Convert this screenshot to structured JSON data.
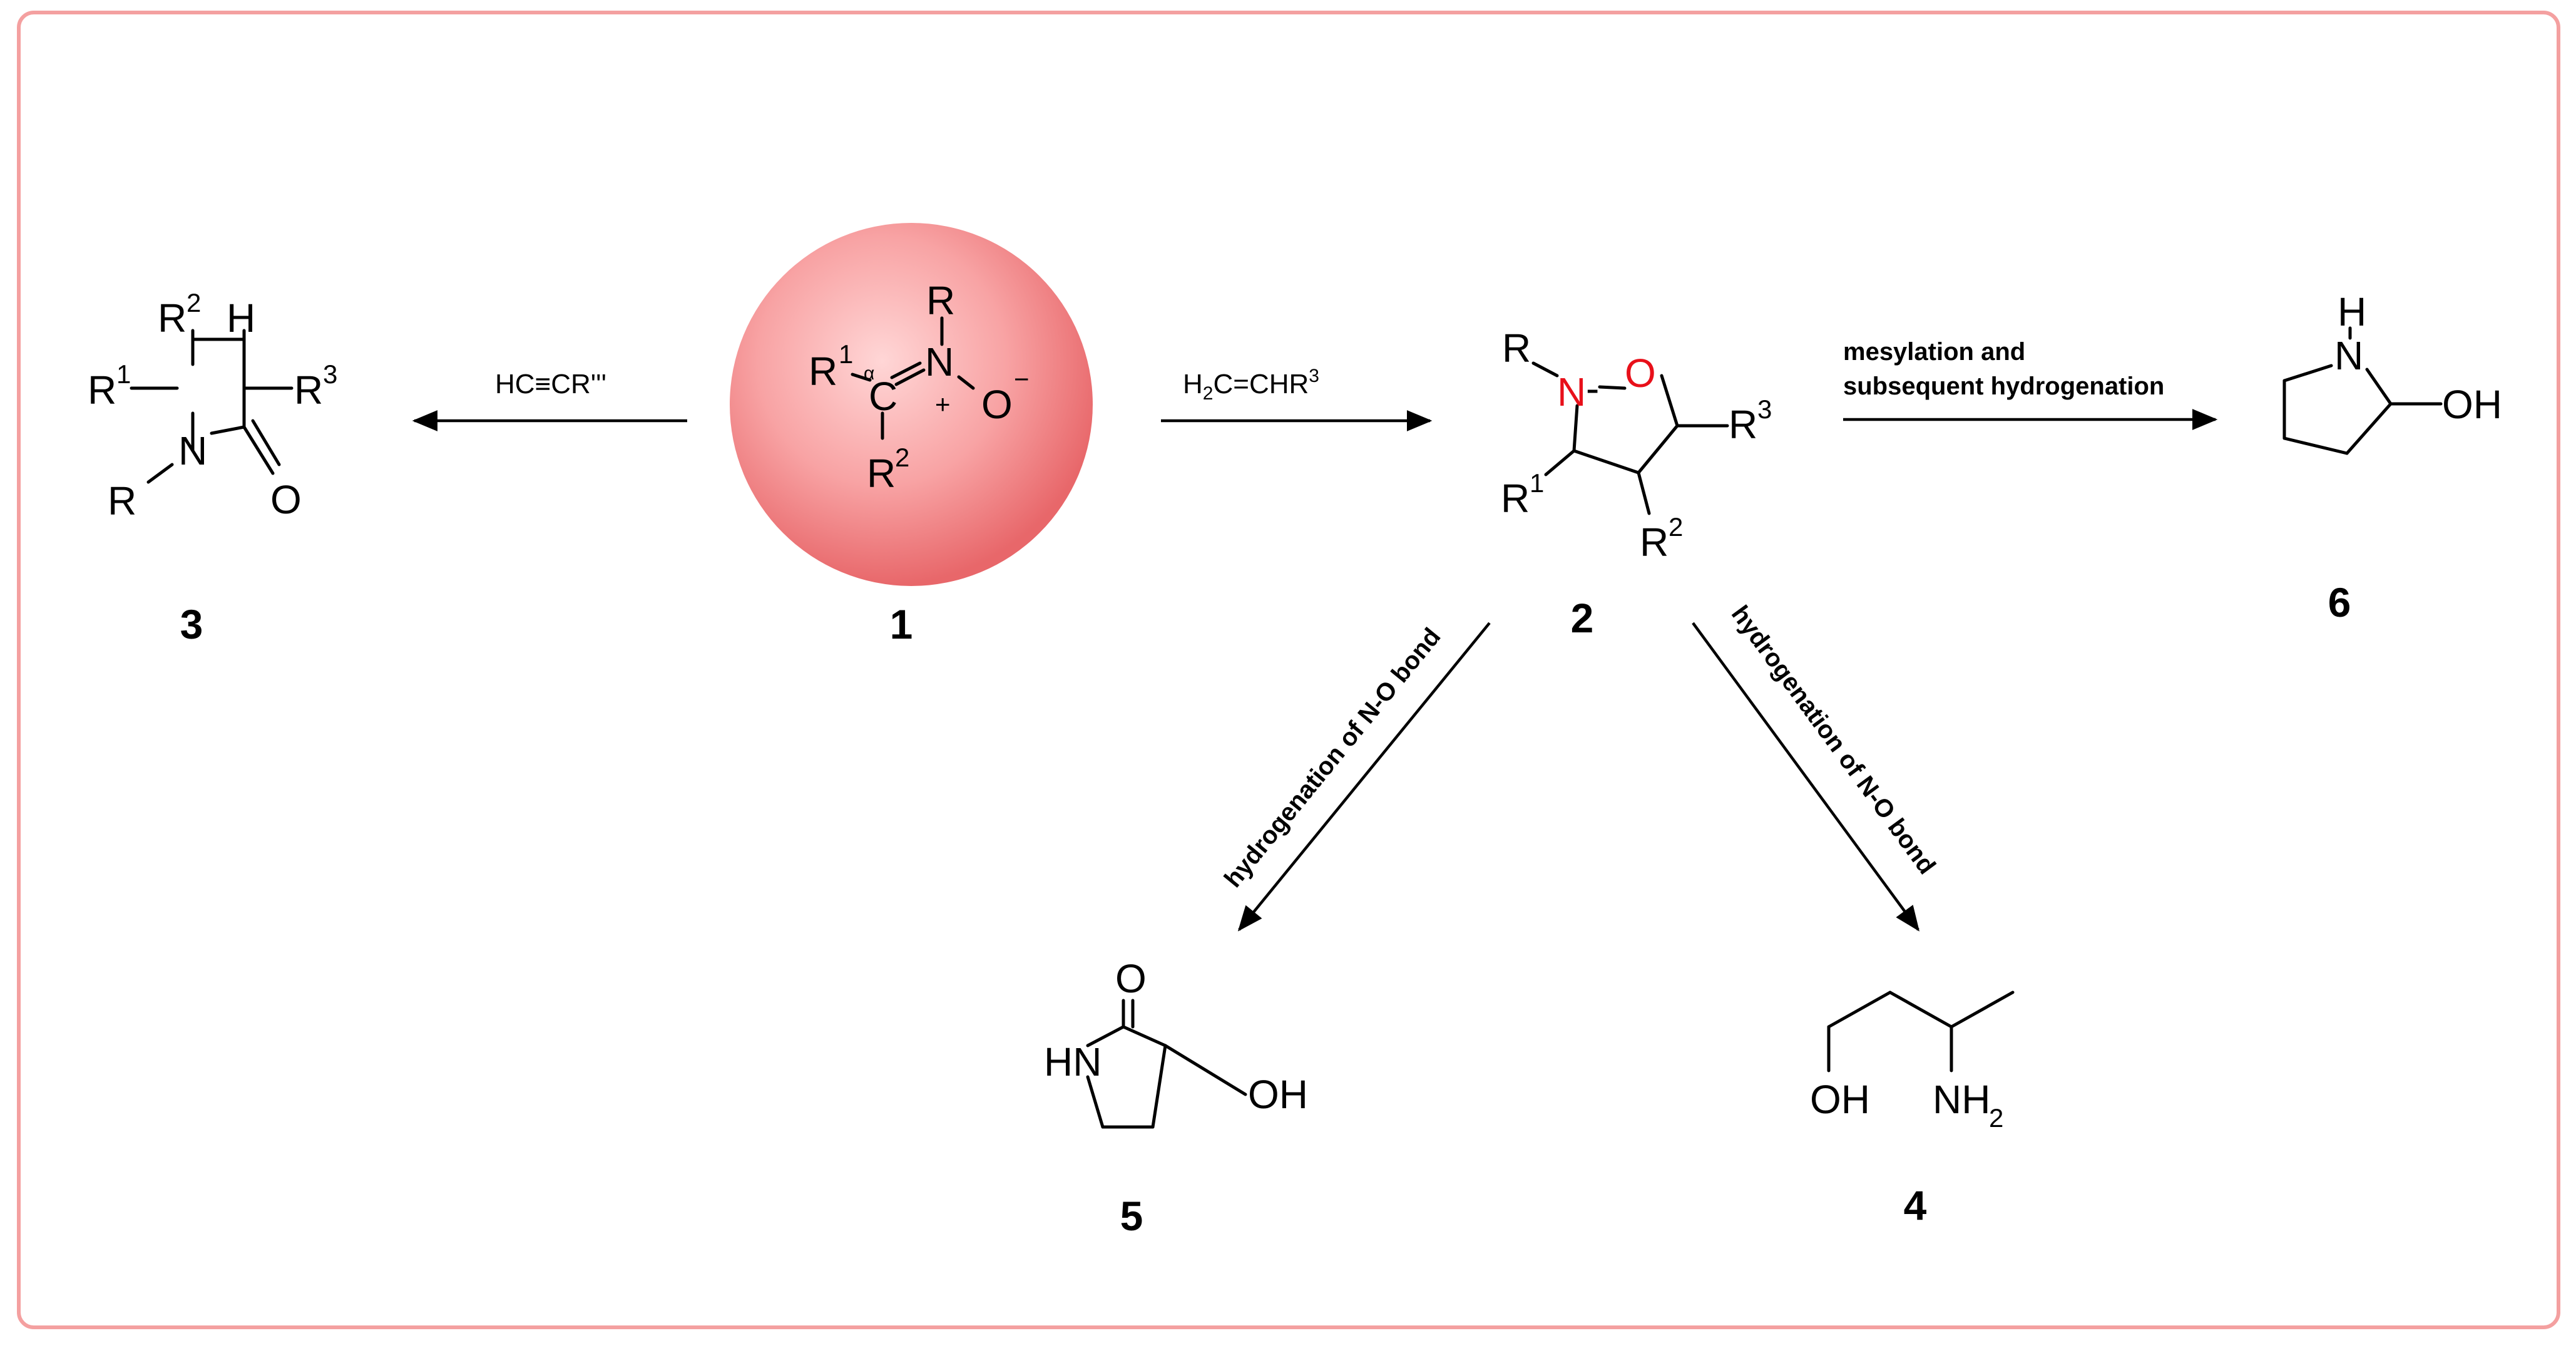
{
  "colors": {
    "frame": "#f4a0a0",
    "sphere_center": "#ffd6d6",
    "sphere_edge": "#e8676a",
    "ring_heteroatoms": "#e8101a"
  },
  "compounds": {
    "c1": {
      "number": "1",
      "R_top": "R",
      "R1": "R",
      "R1_sup": "1",
      "alpha": "α",
      "C": "C",
      "eq": "=",
      "N": "N",
      "plus": "+",
      "O": "O",
      "minus": "−",
      "R2": "R",
      "R2_sup": "2"
    },
    "c2": {
      "number": "2",
      "R": "R",
      "N": "N",
      "dash": "-",
      "O": "O",
      "R1": "R",
      "R1_sup": "1",
      "R2": "R",
      "R2_sup": "2",
      "R3": "R",
      "R3_sup": "3"
    },
    "c3": {
      "number": "3",
      "R2": "R",
      "R2_sup": "2",
      "H": "H",
      "R1": "R",
      "R1_sup": "1",
      "R3": "R",
      "R3_sup": "3",
      "N": "N",
      "O": "O",
      "R": "R"
    },
    "c4": {
      "number": "4",
      "OH": "OH",
      "NH": "NH",
      "NH_sub": "2"
    },
    "c5": {
      "number": "5",
      "HN": "HN",
      "O": "O",
      "OH": "OH"
    },
    "c6": {
      "number": "6",
      "H": "H",
      "N": "N",
      "OH": "OH"
    }
  },
  "reactions": {
    "to_3": {
      "reagent": "HC≡CR'''"
    },
    "to_2": {
      "reagent_a": "H",
      "reagent_sub": "2",
      "reagent_b": "C=CHR",
      "reagent_sup": "3"
    },
    "to_6": {
      "line1": "mesylation and",
      "line2": "subsequent hydrogenation"
    },
    "to_5": {
      "label": "hydrogenation of N-O bond"
    },
    "to_4": {
      "label": "hydrogenation of N-O bond"
    }
  }
}
